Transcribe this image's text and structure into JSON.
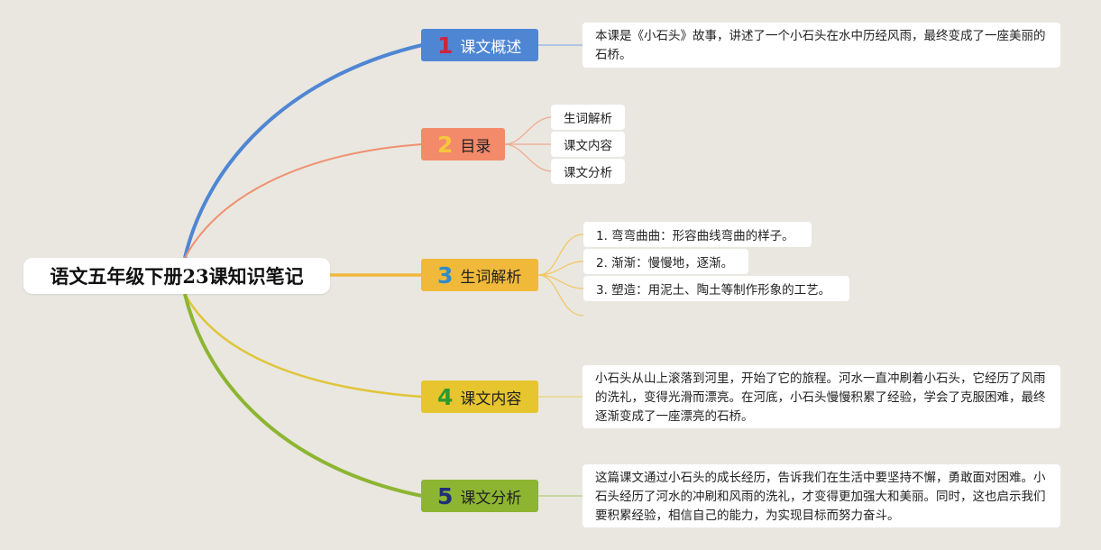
{
  "root": {
    "title": "语文五年级下册23课知识笔记"
  },
  "branches": [
    {
      "num": "1",
      "label": "课文概述",
      "color": "#4f86d4",
      "num_color": "#d1233b",
      "note": "本课是《小石头》故事，讲述了一个小石头在水中历经风雨，最终变成了一座美丽的石桥。"
    },
    {
      "num": "2",
      "label": "目录",
      "color": "#f38a6a",
      "num_color": "#f6c63c",
      "items": [
        "生词解析",
        "课文内容",
        "课文分析"
      ]
    },
    {
      "num": "3",
      "label": "生词解析",
      "color": "#f0b93a",
      "num_color": "#2f8cc9",
      "items": [
        "1. 弯弯曲曲：形容曲线弯曲的样子。",
        "2. 渐渐：慢慢地，逐渐。",
        "3. 塑造：用泥土、陶土等制作形象的工艺。"
      ]
    },
    {
      "num": "4",
      "label": "课文内容",
      "color": "#e6c52e",
      "num_color": "#2d9a2d",
      "note": "小石头从山上滚落到河里，开始了它的旅程。河水一直冲刷着小石头，它经历了风雨的洗礼，变得光滑而漂亮。在河底，小石头慢慢积累了经验，学会了克服困难，最终逐渐变成了一座漂亮的石桥。"
    },
    {
      "num": "5",
      "label": "课文分析",
      "color": "#8db532",
      "num_color": "#1f2f7a",
      "note": "这篇课文通过小石头的成长经历，告诉我们在生活中要坚持不懈，勇敢面对困难。小石头经历了河水的冲刷和风雨的洗礼，才变得更加强大和美丽。同时，这也启示我们要积累经验，相信自己的能力，为实现目标而努力奋斗。"
    }
  ],
  "colors": {
    "background": "#e9e7e0",
    "line1": "#4f86d4",
    "line2": "#f0906f",
    "line3": "#f0b93a",
    "line4": "#e0c53a",
    "line5": "#8db532"
  }
}
